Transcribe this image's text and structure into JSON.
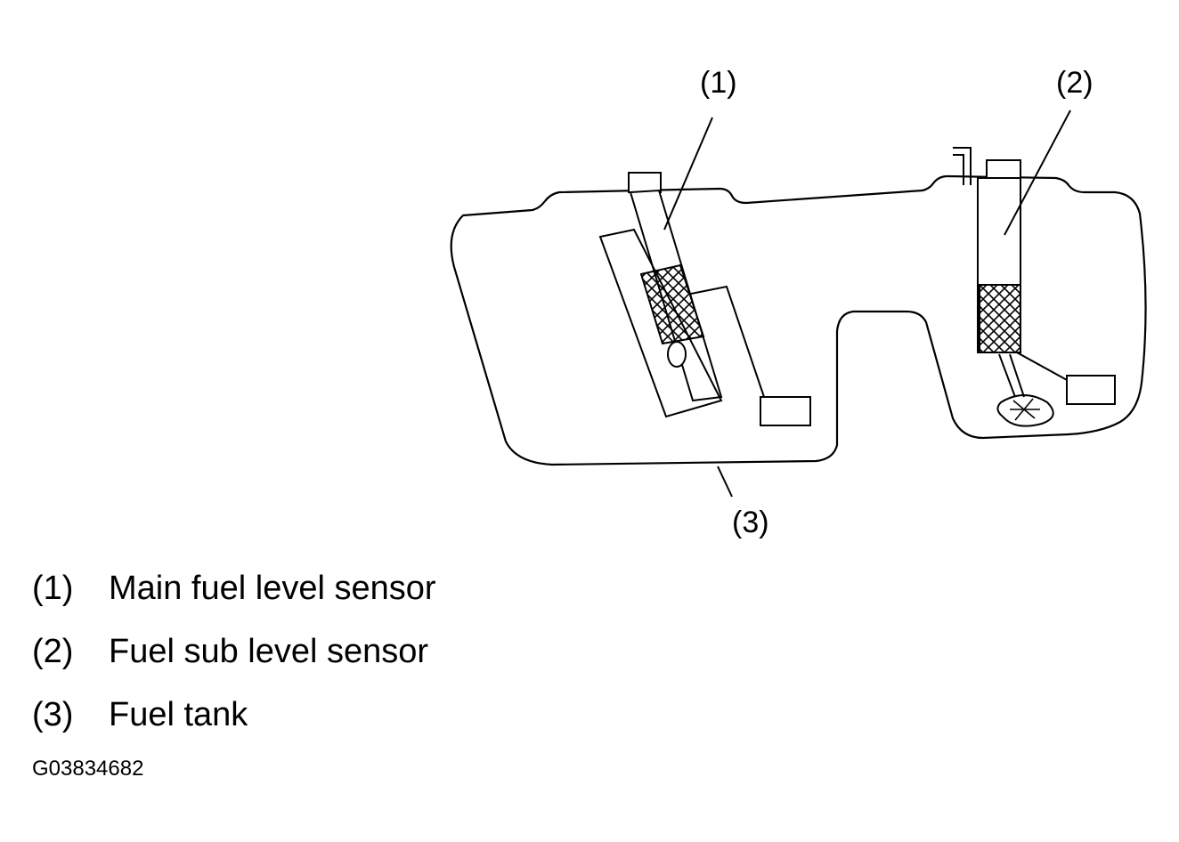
{
  "callouts": [
    "(1)",
    "(2)",
    "(3)"
  ],
  "legend": [
    {
      "num": "(1)",
      "text": "Main fuel level sensor"
    },
    {
      "num": "(2)",
      "text": "Fuel sub level sensor"
    },
    {
      "num": "(3)",
      "text": "Fuel tank"
    }
  ],
  "figure_id": "G03834682"
}
